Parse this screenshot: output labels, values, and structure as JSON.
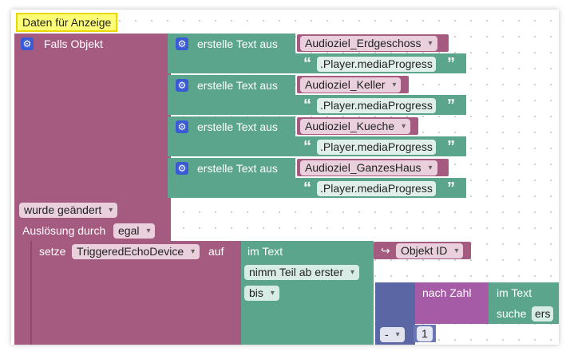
{
  "comment": "Daten für Anzeige",
  "trigger": {
    "label": "Falls Objekt",
    "changed": "wurde geändert",
    "trigger_by_label": "Auslösung durch",
    "trigger_by_value": "egal"
  },
  "texts": [
    {
      "label": "erstelle Text aus",
      "var": "Audioziel_Erdgeschoss",
      "suffix": ".Player.mediaProgress"
    },
    {
      "label": "erstelle Text aus",
      "var": "Audioziel_Keller",
      "suffix": ".Player.mediaProgress"
    },
    {
      "label": "erstelle Text aus",
      "var": "Audioziel_Kueche",
      "suffix": ".Player.mediaProgress"
    },
    {
      "label": "erstelle Text aus",
      "var": "Audioziel_GanzesHaus",
      "suffix": ".Player.mediaProgress"
    }
  ],
  "set_block": {
    "label": "setze",
    "var": "TriggeredEchoDevice",
    "to": "auf",
    "in_text": "im Text",
    "object_id": "Objekt ID",
    "take_part": "nimm Teil ab erster",
    "until": "bis",
    "to_number": "nach Zahl",
    "in_text2": "im Text",
    "search": "suche",
    "search_val": "ers",
    "minus": "-",
    "one": "1"
  },
  "icons": {
    "gear": "gear-icon",
    "arrow": "arrow-return-icon",
    "quote_open": "“",
    "quote_close": "”"
  }
}
